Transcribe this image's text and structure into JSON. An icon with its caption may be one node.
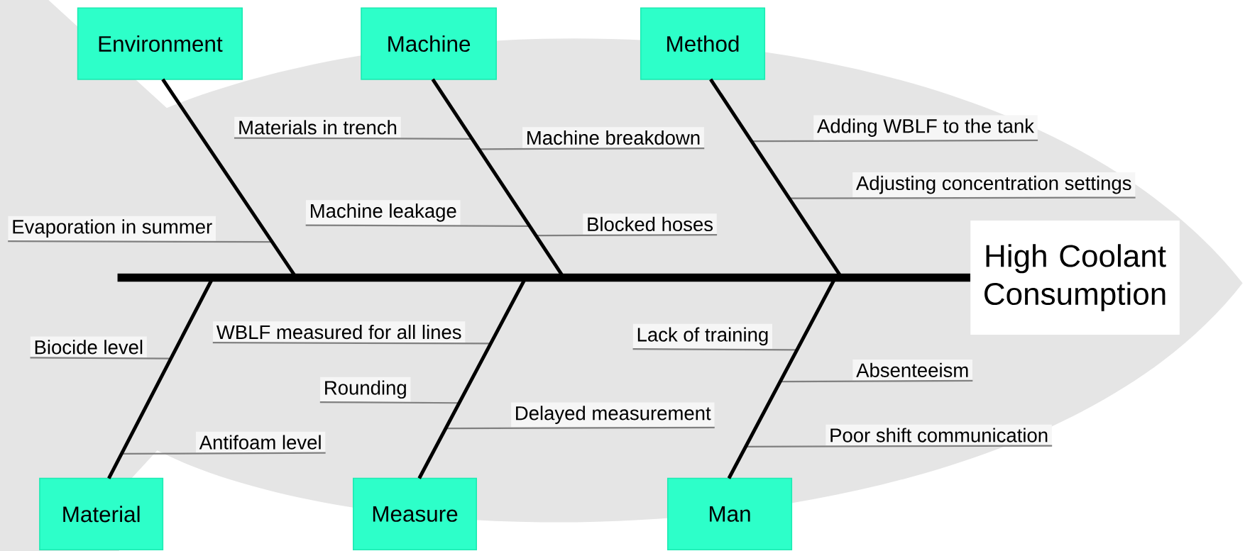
{
  "diagram": {
    "nodes": [
      {
        "text": [
          "Environment"
        ]
      },
      {
        "text": [
          "Machine"
        ]
      },
      {
        "text": [
          "Method"
        ]
      },
      {
        "text": [
          "Materials in trench"
        ]
      },
      {
        "text": [
          "Machine breakdown"
        ]
      },
      {
        "text": [
          "Adding WBLF to the tank"
        ]
      },
      {
        "text": [
          "Adjusting concentration settings"
        ]
      },
      {
        "text": [
          "Evaporation in summer"
        ]
      },
      {
        "text": [
          "Machine leakage"
        ]
      },
      {
        "text": [
          "Blocked hoses"
        ]
      },
      {
        "text": [
          "High Coolant Consumption"
        ]
      },
      {
        "text": [
          "Biocide level"
        ]
      },
      {
        "text": [
          "WBLF measured for all lines"
        ]
      },
      {
        "text": [
          "Lack of training"
        ]
      },
      {
        "text": [
          "Absenteeism"
        ]
      },
      {
        "text": [
          "Rounding"
        ]
      },
      {
        "text": [
          "Delayed measurement"
        ]
      },
      {
        "text": [
          "Antifoam level"
        ]
      },
      {
        "text": [
          "Poor shift communication"
        ]
      },
      {
        "text": [
          "Material"
        ]
      },
      {
        "text": [
          "Measure"
        ]
      },
      {
        "text": [
          "Man"
        ]
      }
    ],
    "edges": [
      {
        "from": null,
        "to": 10,
        "arrow": "none",
        "style": "thick",
        "color": "#000000"
      },
      {
        "from": 0,
        "to": 10,
        "arrow": "none",
        "style": "thick",
        "color": "#000000"
      },
      {
        "from": 1,
        "to": 10,
        "arrow": "none",
        "style": "thick",
        "color": "#000000"
      },
      {
        "from": 2,
        "to": 10,
        "arrow": "none",
        "style": "thick",
        "color": "#000000"
      },
      {
        "from": 19,
        "to": 10,
        "arrow": "none",
        "style": "thick",
        "color": "#000000"
      },
      {
        "from": 20,
        "to": 10,
        "arrow": "none",
        "style": "thick",
        "color": "#000000"
      },
      {
        "from": 21,
        "to": 10,
        "arrow": "none",
        "style": "thick",
        "color": "#000000"
      },
      {
        "from": 3,
        "to": 1,
        "arrow": "none"
      },
      {
        "from": 4,
        "to": 1,
        "arrow": "none"
      },
      {
        "from": 5,
        "to": 2,
        "arrow": "none"
      },
      {
        "from": 6,
        "to": 2,
        "arrow": "none"
      },
      {
        "from": 7,
        "to": 0,
        "arrow": "none"
      },
      {
        "from": 8,
        "to": 1,
        "arrow": "none"
      },
      {
        "from": 9,
        "to": 1,
        "arrow": "none"
      },
      {
        "from": 11,
        "to": 19,
        "arrow": "none"
      },
      {
        "from": 12,
        "to": 20,
        "arrow": "none"
      },
      {
        "from": 13,
        "to": 21,
        "arrow": "none"
      },
      {
        "from": 14,
        "to": 21,
        "arrow": "none"
      },
      {
        "from": 15,
        "to": 20,
        "arrow": "none"
      },
      {
        "from": 16,
        "to": 20,
        "arrow": "none"
      },
      {
        "from": 17,
        "to": 19,
        "arrow": "none"
      },
      {
        "from": 18,
        "to": 21,
        "arrow": "none"
      }
    ]
  }
}
